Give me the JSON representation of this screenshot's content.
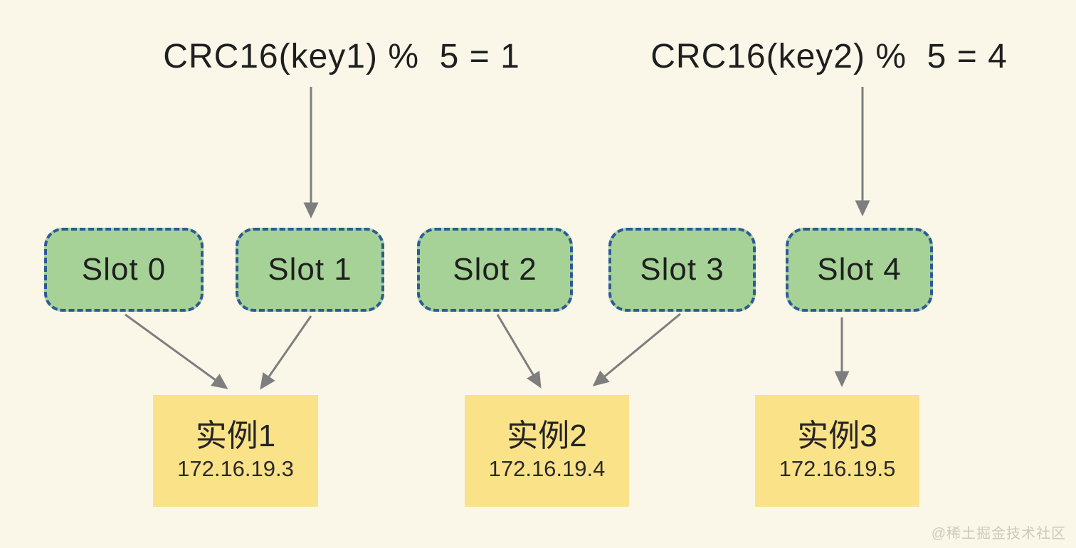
{
  "formulas": [
    {
      "id": "key1",
      "text": "CRC16(key1) %  5 = 1",
      "result_slot": "Slot 1"
    },
    {
      "id": "key2",
      "text": "CRC16(key2) %  5 = 4",
      "result_slot": "Slot 4"
    }
  ],
  "slots": [
    {
      "label": "Slot 0"
    },
    {
      "label": "Slot 1"
    },
    {
      "label": "Slot 2"
    },
    {
      "label": "Slot 3"
    },
    {
      "label": "Slot 4"
    }
  ],
  "instances": [
    {
      "name": "实例1",
      "ip": "172.16.19.3"
    },
    {
      "name": "实例2",
      "ip": "172.16.19.4"
    },
    {
      "name": "实例3",
      "ip": "172.16.19.5"
    }
  ],
  "connections": [
    {
      "from": "formula-key1",
      "to": "slot-1"
    },
    {
      "from": "formula-key2",
      "to": "slot-4"
    },
    {
      "from": "slot-0",
      "to": "instance-1"
    },
    {
      "from": "slot-1",
      "to": "instance-1"
    },
    {
      "from": "slot-2",
      "to": "instance-2"
    },
    {
      "from": "slot-3",
      "to": "instance-2"
    },
    {
      "from": "slot-4",
      "to": "instance-3"
    }
  ],
  "watermark": "@稀土掘金技术社区",
  "colors": {
    "background": "#faf7e9",
    "slot_fill": "#a6d298",
    "slot_border": "#2d5a96",
    "instance_fill": "#fae289",
    "arrow": "#7e7e7e",
    "text": "#1f1f1f",
    "watermark": "#cfc9b6"
  }
}
